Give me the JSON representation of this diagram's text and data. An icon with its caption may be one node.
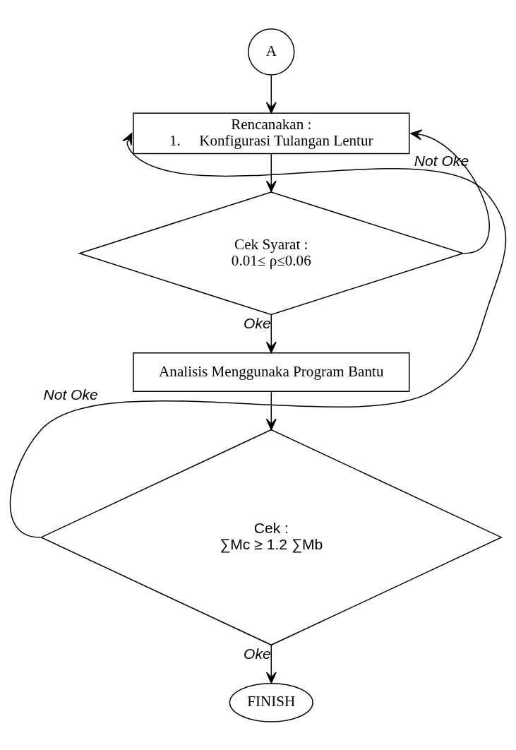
{
  "diagram": {
    "nodes": [
      {
        "text": [
          "A"
        ]
      },
      {
        "text": [
          "Rencanakan :",
          "1.     Konfigurasi Tulangan Lentur"
        ]
      },
      {
        "text": [
          "Cek Syarat :",
          "0.01≤ ρ≤0.06"
        ]
      },
      {
        "text": [
          "Analisis Menggunaka Program Bantu"
        ]
      },
      {
        "text": [
          "Cek :",
          "∑Mc ≥ 1.2 ∑Mb"
        ]
      },
      {
        "text": [
          "FINISH"
        ]
      }
    ],
    "edges": [
      {
        "from": 0,
        "to": 1,
        "arrow": "to"
      },
      {
        "from": 1,
        "to": 2,
        "arrow": "to"
      },
      {
        "from": 2,
        "to": 1,
        "arrow": "to",
        "label": "Not Oke"
      },
      {
        "from": 2,
        "to": 3,
        "arrow": "to",
        "label": "Oke"
      },
      {
        "from": 3,
        "to": 4,
        "arrow": "to"
      },
      {
        "from": 4,
        "to": 1,
        "arrow": "to",
        "label": "Not Oke"
      },
      {
        "from": 4,
        "to": 5,
        "arrow": "to",
        "label": "Oke"
      }
    ]
  }
}
